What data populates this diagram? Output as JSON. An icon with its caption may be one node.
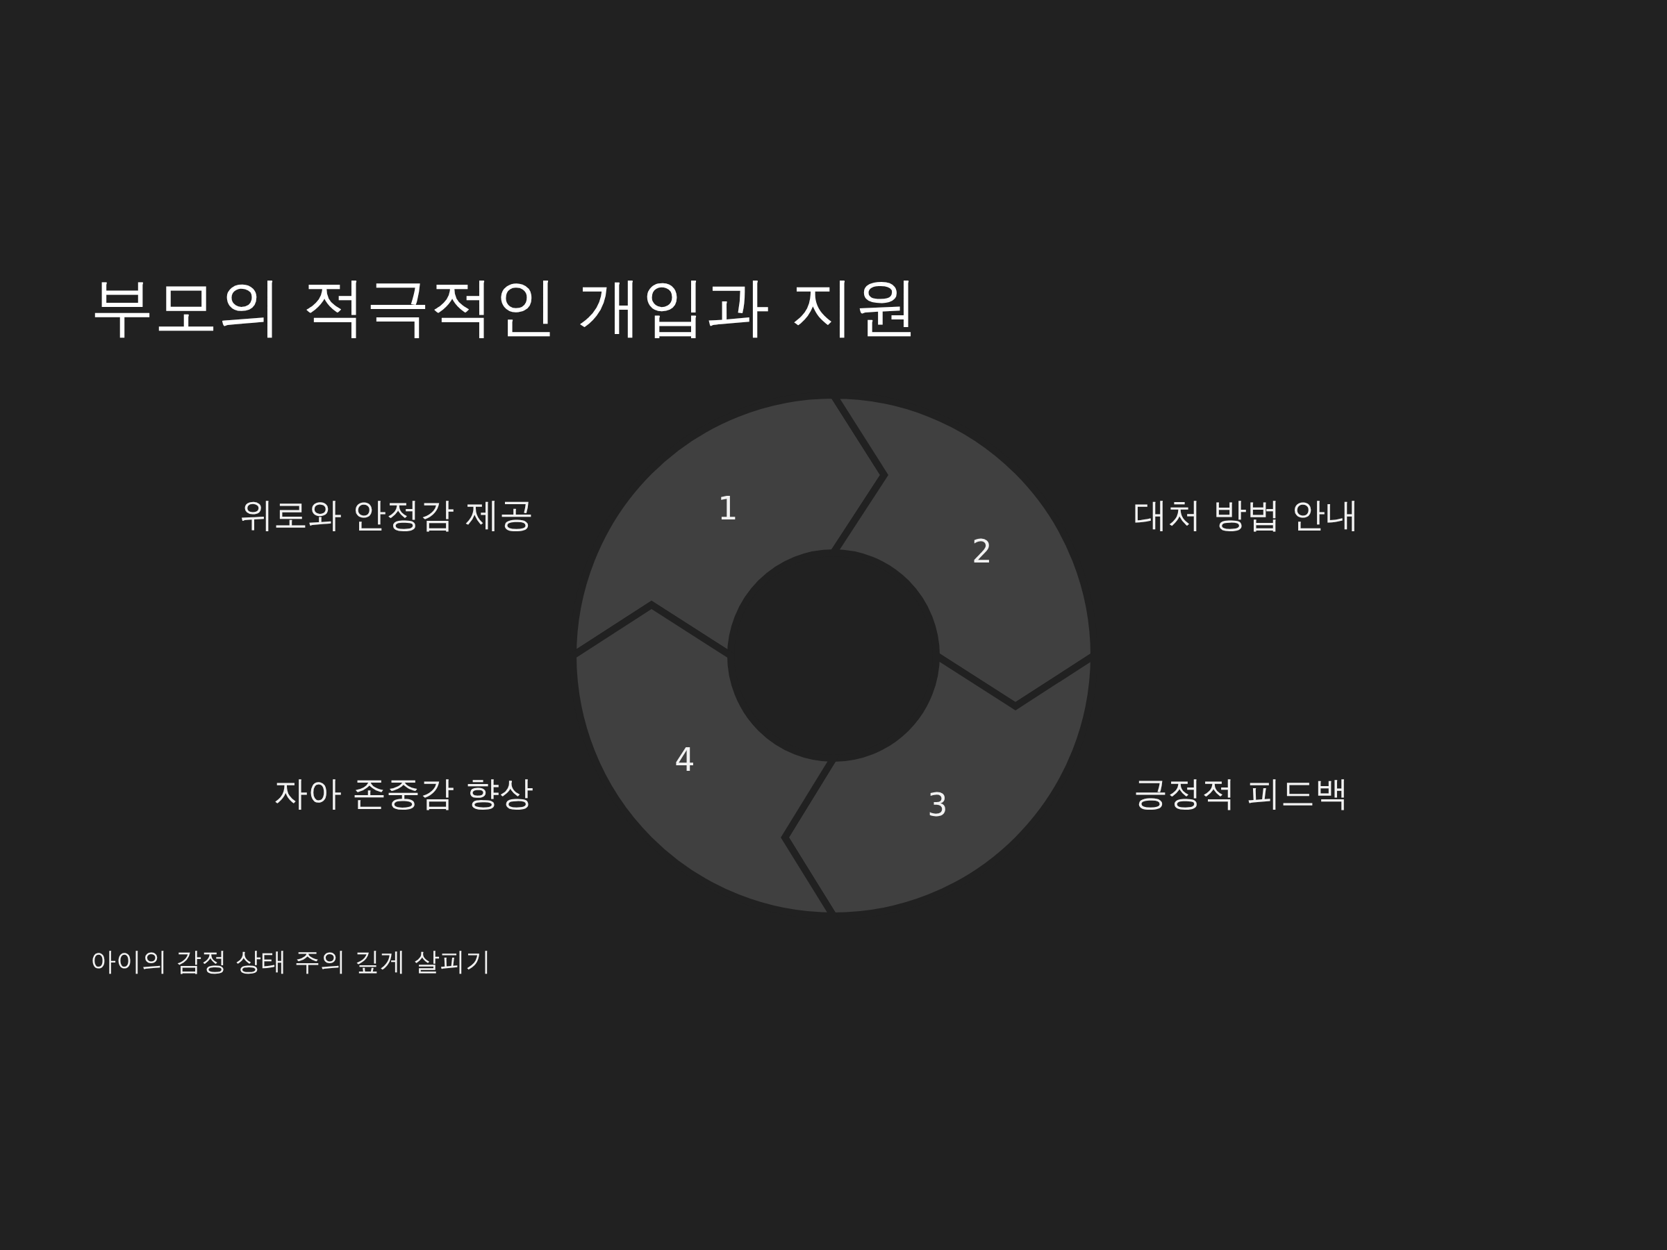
{
  "diagram": {
    "title": "부모의 적극적인 개입과 지원",
    "nodes": [
      {
        "text": [
          "1"
        ],
        "beside": [
          "위로와 안정감 제공"
        ]
      },
      {
        "text": [
          "2"
        ],
        "beside": [
          "대처 방법 안내"
        ]
      },
      {
        "text": [
          "3"
        ],
        "beside": [
          "긍정적 피드백"
        ]
      },
      {
        "text": [
          "4"
        ],
        "beside": [
          "자아 존중감 향상"
        ]
      }
    ],
    "labels": [
      "아이의 감정 상태 주의 깊게 살피기"
    ]
  }
}
